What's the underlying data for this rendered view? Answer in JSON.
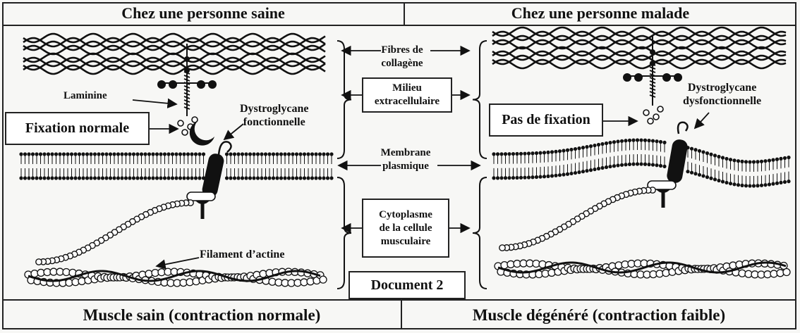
{
  "headers": {
    "left": "Chez une personne saine",
    "right": "Chez une personne malade"
  },
  "footers": {
    "left": "Muscle sain (contraction normale)",
    "right": "Muscle dégénéré (contraction faible)"
  },
  "center": {
    "collagen_line1": "Fibres de",
    "collagen_line2": "collagène",
    "milieu_line1": "Milieu",
    "milieu_line2": "extracellulaire",
    "membrane_line1": "Membrane",
    "membrane_line2": "plasmique",
    "cyto_line1": "Cytoplasme",
    "cyto_line2": "de la cellule",
    "cyto_line3": "musculaire",
    "document": "Document 2"
  },
  "left_panel": {
    "laminine": "Laminine",
    "fixation": "Fixation normale",
    "dystro_line1": "Dystroglycane",
    "dystro_line2": "fonctionnelle",
    "actine": "Filament d’actine"
  },
  "right_panel": {
    "no_fixation": "Pas de fixation",
    "dystro_line1": "Dystroglycane",
    "dystro_line2": "dysfonctionnelle"
  },
  "colors": {
    "ink": "#111111",
    "background": "#f7f7f5"
  }
}
